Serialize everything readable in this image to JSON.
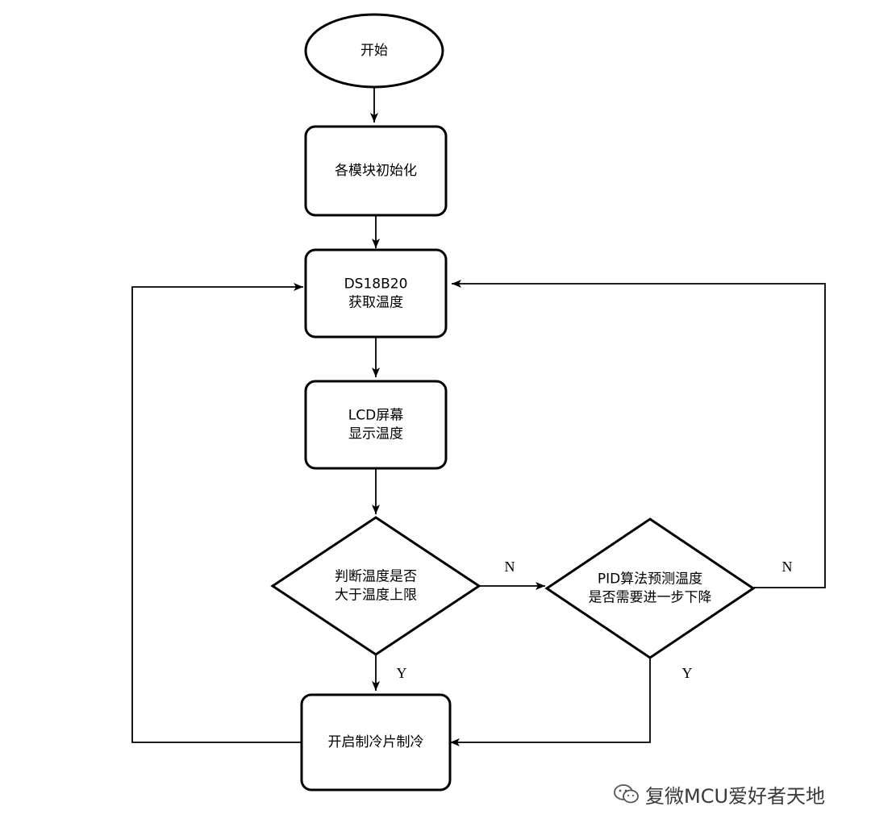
{
  "nodes": {
    "start": {
      "shape": "ellipse",
      "lines": [
        "开始"
      ]
    },
    "init": {
      "shape": "rect",
      "lines": [
        "各模块初始化"
      ]
    },
    "read_temp": {
      "shape": "rect",
      "lines": [
        "DS18B20",
        "获取温度"
      ]
    },
    "lcd_display": {
      "shape": "rect",
      "lines": [
        "LCD屏幕",
        "显示温度"
      ]
    },
    "check_upper": {
      "shape": "diamond",
      "lines": [
        "判断温度是否",
        "大于温度上限"
      ]
    },
    "pid_predict": {
      "shape": "diamond",
      "lines": [
        "PID算法预测温度",
        "是否需要进一步下降"
      ]
    },
    "cooling": {
      "shape": "rect",
      "lines": [
        "开启制冷片制冷"
      ]
    }
  },
  "edges": [
    {
      "from": "start",
      "to": "init",
      "label": ""
    },
    {
      "from": "init",
      "to": "read_temp",
      "label": ""
    },
    {
      "from": "read_temp",
      "to": "lcd_display",
      "label": ""
    },
    {
      "from": "lcd_display",
      "to": "check_upper",
      "label": ""
    },
    {
      "from": "check_upper",
      "to": "pid_predict",
      "label": "N"
    },
    {
      "from": "pid_predict",
      "to": "read_temp",
      "label": "N"
    },
    {
      "from": "check_upper",
      "to": "cooling",
      "label": "Y"
    },
    {
      "from": "pid_predict",
      "to": "cooling",
      "label": "Y"
    },
    {
      "from": "cooling",
      "to": "read_temp",
      "label": ""
    }
  ],
  "watermark": {
    "icon": "wechat-icon",
    "text": "复微MCU爱好者天地"
  }
}
